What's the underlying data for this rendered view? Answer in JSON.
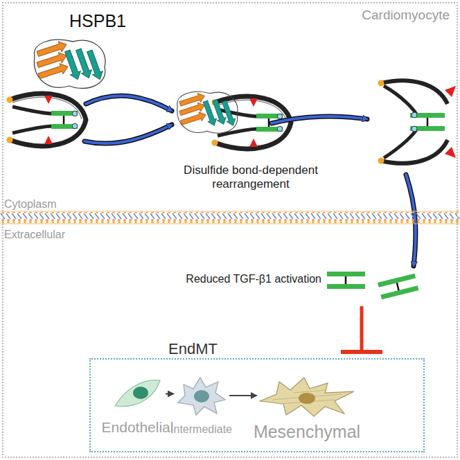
{
  "diagram": {
    "nodes": [
      {
        "text": [
          "Cardiomyocyte"
        ]
      },
      {
        "text": [
          "EndMT"
        ],
        "in": 0
      },
      {
        "text": [
          "Endothelial"
        ],
        "in": 1
      },
      {
        "text": [
          "Intermediate"
        ],
        "in": 1
      },
      {
        "text": [
          "Mesenchymal"
        ],
        "in": 1
      }
    ],
    "edges": [
      {
        "from": 2,
        "to": 3,
        "arrow": "to"
      },
      {
        "from": 3,
        "to": 4,
        "arrow": "to"
      }
    ],
    "labels": [
      "HSPB1",
      "Disulfide bond-dependent rearrangement",
      "Cytoplasm",
      "Extracellular",
      "Reduced TGF-β1 activation"
    ]
  }
}
